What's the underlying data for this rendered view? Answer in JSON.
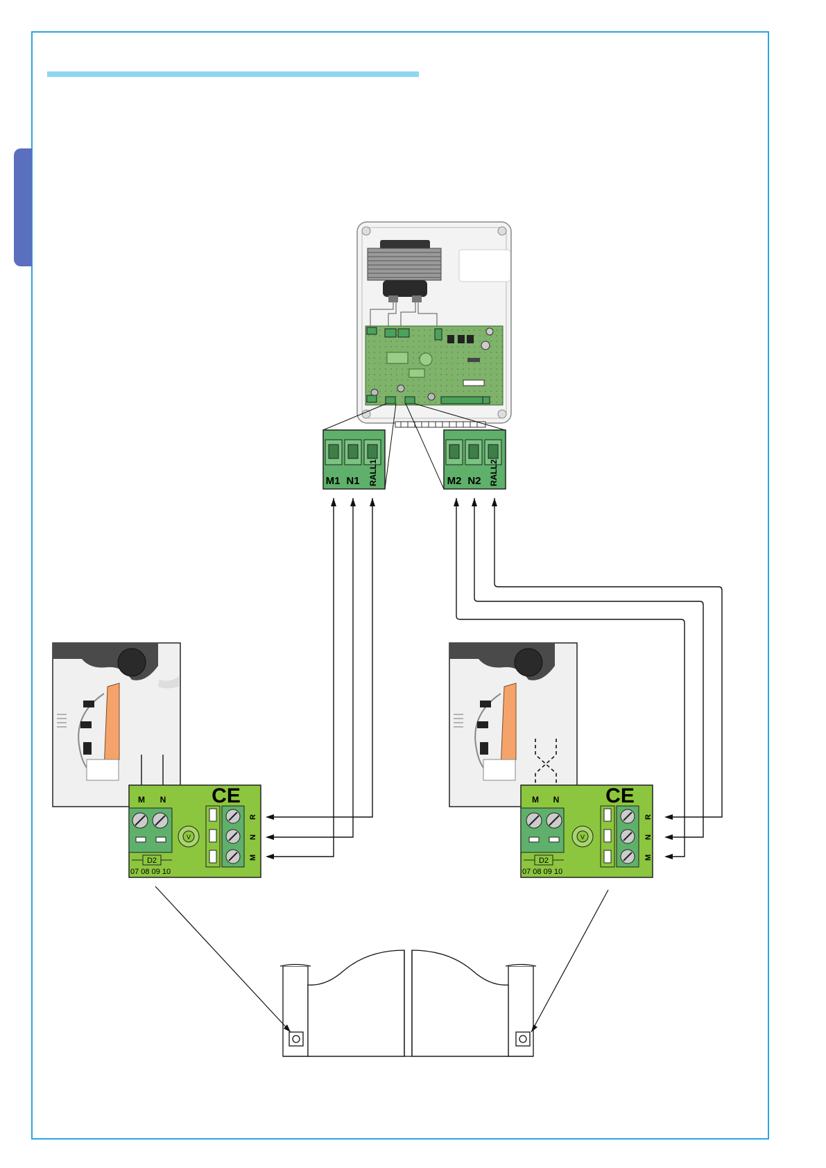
{
  "control_board": {
    "terminals_left": [
      "M1",
      "N1",
      "RALL1"
    ],
    "terminals_right": [
      "M2",
      "N2",
      "RALL2"
    ]
  },
  "motor_left": {
    "wire_labels": [
      "M",
      "N"
    ],
    "terminal_labels": [
      "R",
      "N",
      "M"
    ],
    "dip_numbers": "07 08 09 10",
    "led_label": "D2",
    "ce_mark": "CE"
  },
  "motor_right": {
    "wire_labels": [
      "M",
      "N"
    ],
    "terminal_labels": [
      "R",
      "N",
      "M"
    ],
    "dip_numbers": "07 08 09 10",
    "led_label": "D2",
    "ce_mark": "CE"
  },
  "colors": {
    "frame": "#29a6e0",
    "header_rule": "#8ed6f4",
    "side_tab": "#5b6fbf",
    "terminal_green": "#5fb06a",
    "board_green": "#8cc63f",
    "motor_orange": "#f4a46b"
  }
}
